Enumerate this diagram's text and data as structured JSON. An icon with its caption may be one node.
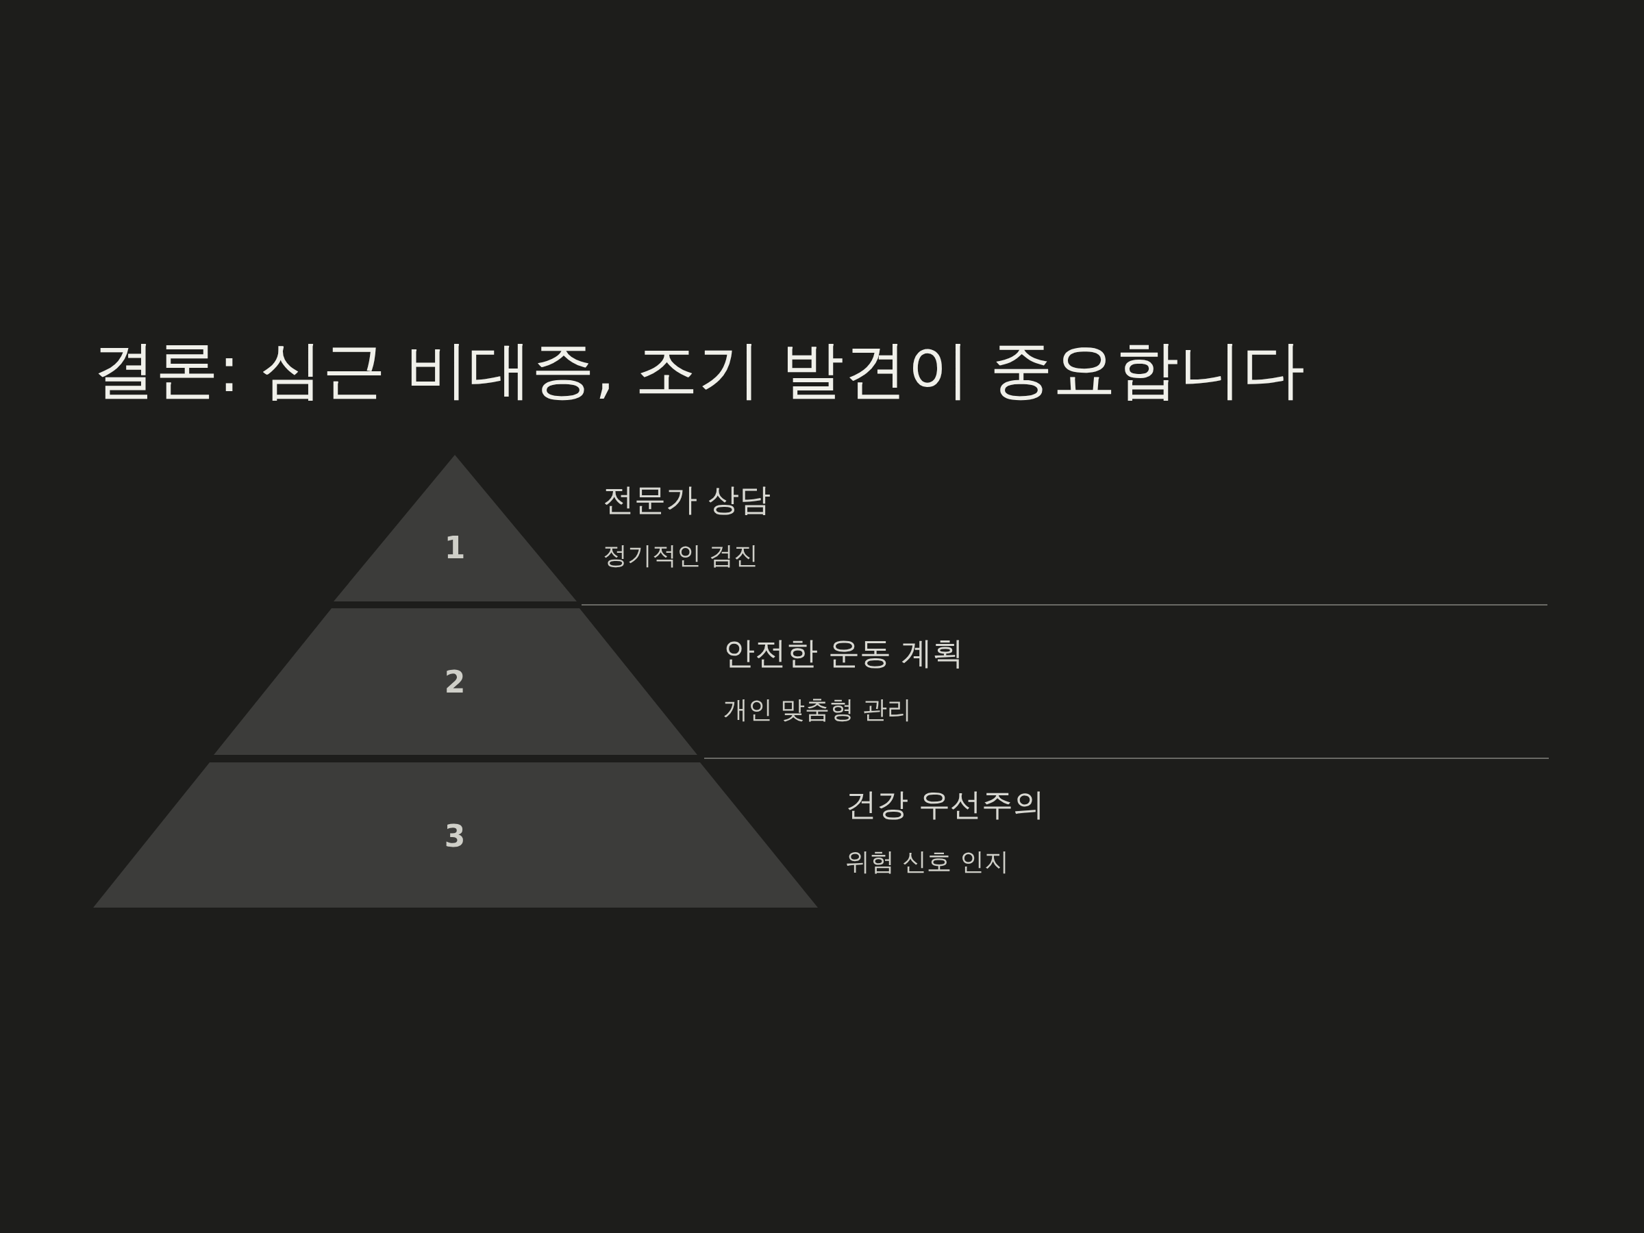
{
  "diagram": {
    "title": "결론: 심근 비대증, 조기 발견이 중요합니다",
    "nodes": [
      {
        "text": [
          "1"
        ],
        "beside": [
          "전문가 상담",
          "정기적인 검진"
        ]
      },
      {
        "text": [
          "2"
        ],
        "beside": [
          "안전한 운동 계획",
          "개인 맞춤형 관리"
        ]
      },
      {
        "text": [
          "3"
        ],
        "beside": [
          "건강 우선주의",
          "위험 신호 인지"
        ]
      }
    ],
    "edges": []
  }
}
